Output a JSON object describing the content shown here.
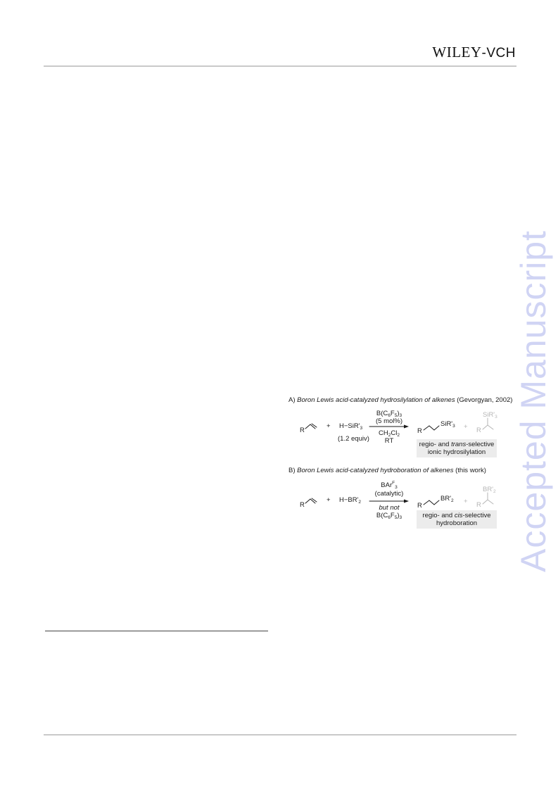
{
  "header": {
    "publisher_main": "WILEY",
    "publisher_suffix": "-VCH"
  },
  "watermark": "Accepted Manuscript",
  "scheme": {
    "part_a": {
      "label": "A)",
      "title": "Boron Lewis acid-catalyzed hydrosilylation of alkenes",
      "ref": "(Gevorgyan, 2002)",
      "substrate_r": "R",
      "plus": "+",
      "reagent": "H−SiR'3",
      "reagent_amount": "(1.2 equiv)",
      "catalyst": "B(C6F5)3",
      "loading": "(5 mol%)",
      "solvent": "CH2Cl2",
      "temperature": "RT",
      "product_r": "R",
      "product_group": "SiR'3",
      "minor_plus": "+",
      "minor_r": "R",
      "minor_group": "SiR'3",
      "note_line1": "regio- and trans-selective",
      "note_line2": "ionic hydrosilylation"
    },
    "part_b": {
      "label": "B)",
      "title": "Boron Lewis acid-catalyzed hydroboration of alkenes",
      "ref": "(this work)",
      "substrate_r": "R",
      "plus": "+",
      "reagent": "H−BR'2",
      "catalyst": "BArF3",
      "loading": "(catalytic)",
      "but_not": "but not",
      "not_catalyst": "B(C6F5)3",
      "product_r": "R",
      "product_group": "BR'2",
      "minor_plus": "+",
      "minor_r": "R",
      "minor_group": "BR'2",
      "note_line1": "regio- and cis-selective",
      "note_line2": "hydroboration"
    }
  }
}
